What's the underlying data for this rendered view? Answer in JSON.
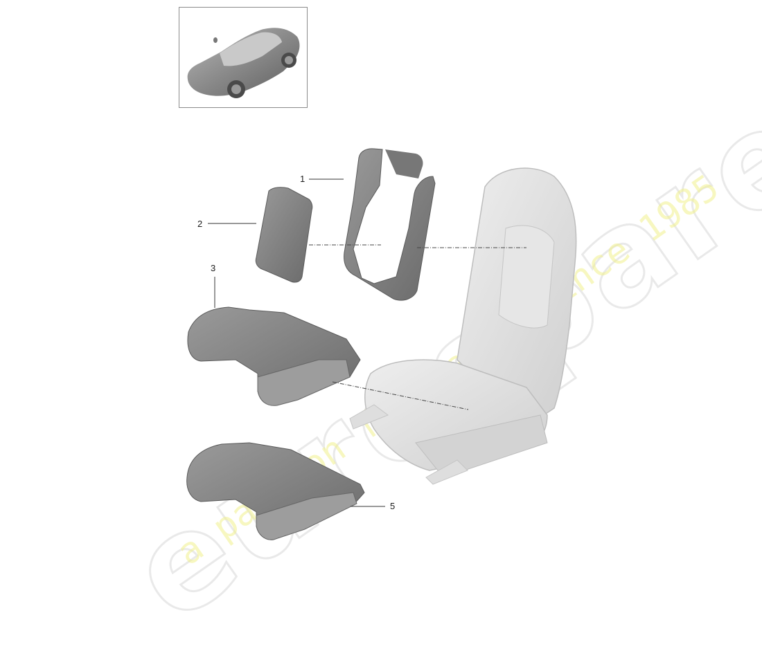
{
  "diagram": {
    "type": "exploded parts diagram",
    "subject": "sports seat foam padding components",
    "thumbnail": {
      "icon": "car-thumbnail-icon",
      "description": "convertible sports car overview"
    },
    "callouts": [
      {
        "number": "1",
        "part": "backrest side bolster foam frame"
      },
      {
        "number": "2",
        "part": "backrest center cushion pad"
      },
      {
        "number": "3",
        "part": "seat cushion foam (upper)"
      },
      {
        "number": "5",
        "part": "seat cushion foam (lower)"
      }
    ],
    "assembly": "complete seat",
    "colors": {
      "part_fill": "#8c8c8c",
      "part_dark": "#6e6e6e",
      "seat_fill": "#dcdcdc",
      "leader_line": "#333333",
      "border": "#8a8a8a"
    }
  },
  "watermark": {
    "brand": "eurospares",
    "tagline": "a passion for parts since 1985",
    "brand_color": "#d7d7d7",
    "tagline_color": "#f0f08c"
  }
}
